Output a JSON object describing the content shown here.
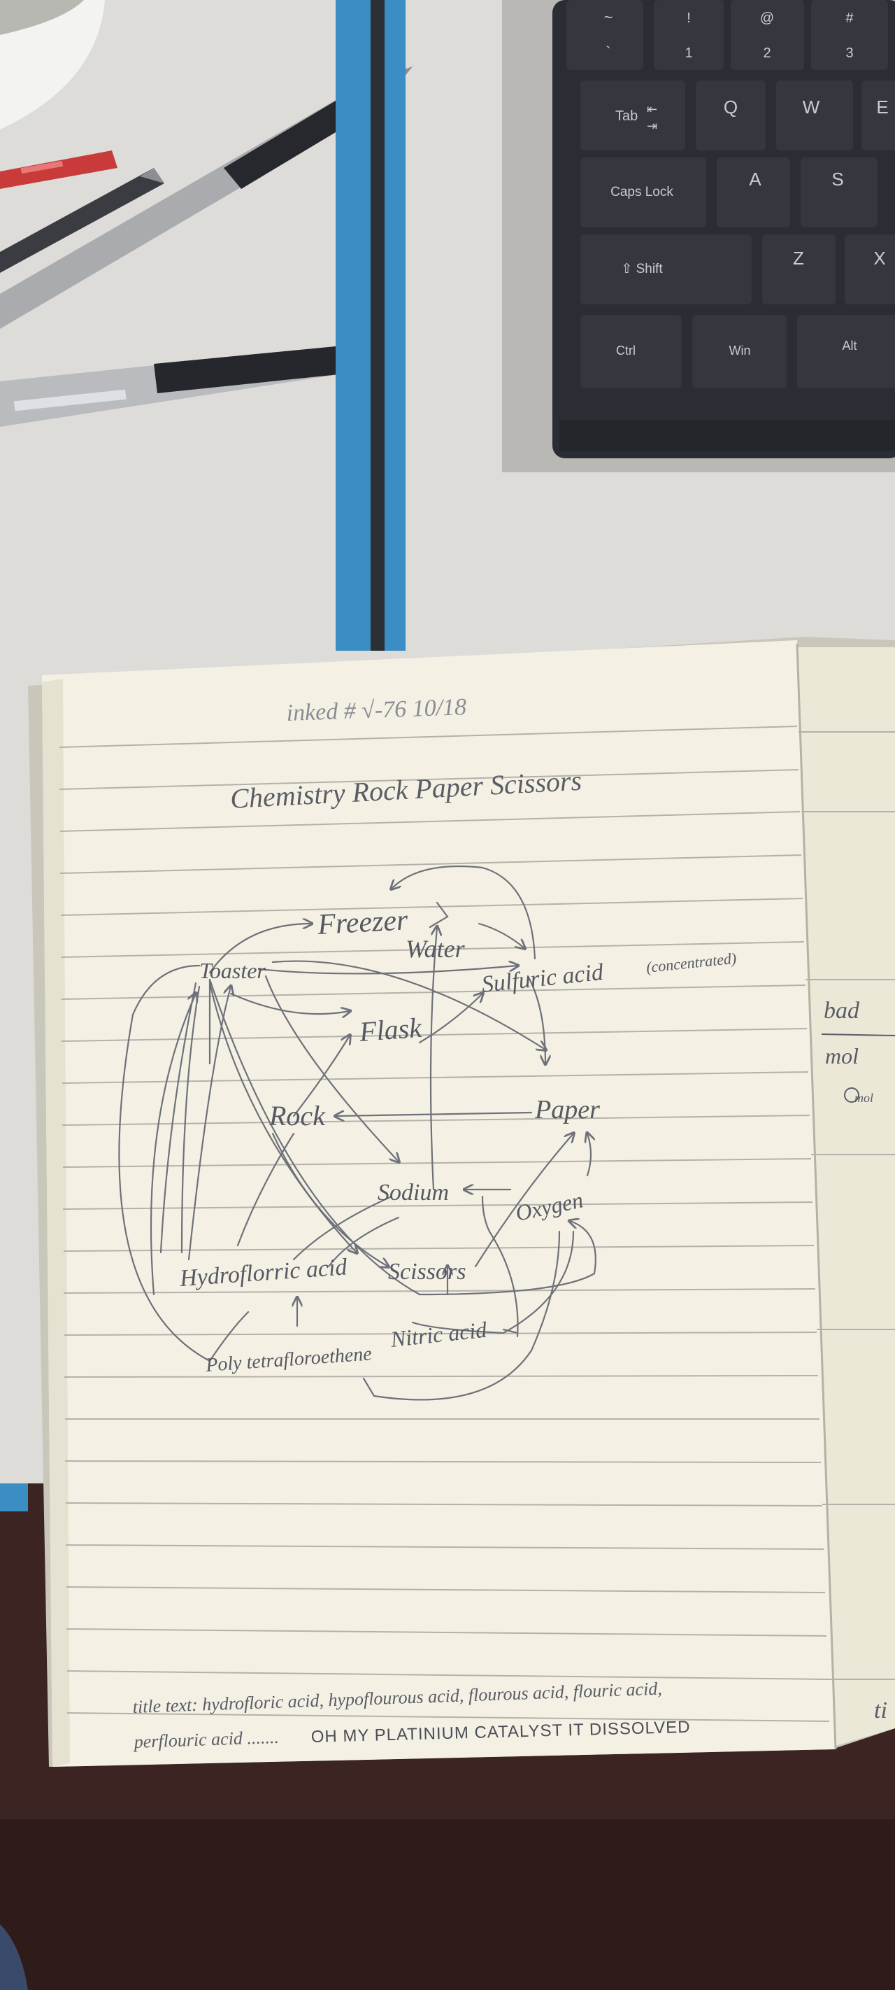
{
  "keyboard": {
    "keys": [
      {
        "row": 0,
        "label": "~"
      },
      {
        "row": 0,
        "label": "!"
      },
      {
        "row": 0,
        "label": "@"
      },
      {
        "row": 0,
        "label": "#"
      },
      {
        "row": 0,
        "label": "`"
      },
      {
        "row": 0,
        "label": "1"
      },
      {
        "row": 0,
        "label": "2"
      },
      {
        "row": 0,
        "label": "3"
      },
      {
        "row": 1,
        "label": "Tab"
      },
      {
        "row": 1,
        "label": "Q"
      },
      {
        "row": 1,
        "label": "W"
      },
      {
        "row": 1,
        "label": "E"
      },
      {
        "row": 2,
        "label": "Caps Lock"
      },
      {
        "row": 2,
        "label": "A"
      },
      {
        "row": 2,
        "label": "S"
      },
      {
        "row": 3,
        "label": "⇧ Shift"
      },
      {
        "row": 3,
        "label": "Z"
      },
      {
        "row": 3,
        "label": "X"
      },
      {
        "row": 4,
        "label": "Ctrl"
      },
      {
        "row": 4,
        "label": "Win"
      },
      {
        "row": 4,
        "label": "Alt"
      }
    ]
  },
  "notebook": {
    "header": "inked # √-76 10/18",
    "title": "Chemistry Rock Paper Scissors",
    "nodes": {
      "freezer": "Freezer",
      "water": "Water",
      "toaster": "Toaster",
      "sulfuric": "Sulfuric acid",
      "sulfuric_note": "(concentrated)",
      "flask": "Flask",
      "rock": "Rock",
      "paper": "Paper",
      "sodium": "Sodium",
      "oxygen": "Oxygen",
      "hydrofloric": "Hydroflorric acid",
      "scissors": "Scissors",
      "nitric": "Nitric acid",
      "ptfe": "Poly tetrafloroethene"
    },
    "footer_line1": "title text: hydrofloric acid, hypoflourous acid, flourous acid, flouric acid,",
    "footer_line2_a": "perflouric acid .......",
    "footer_line2_b": "OH MY PLATINIUM CATALYST IT DISSOLVED"
  },
  "right_page": {
    "word1": "bad",
    "word2": "mol",
    "word3": "mol",
    "word4": "ti"
  },
  "colors": {
    "desk": "#d8d6d2",
    "keyboard": "#2a2d33",
    "paper": "#f4f1e4",
    "ruled_line": "#b8b6b0",
    "ink": "#5a5c66",
    "binder_blue": "#3b8ec4",
    "table_bottom": "#3b2421"
  }
}
